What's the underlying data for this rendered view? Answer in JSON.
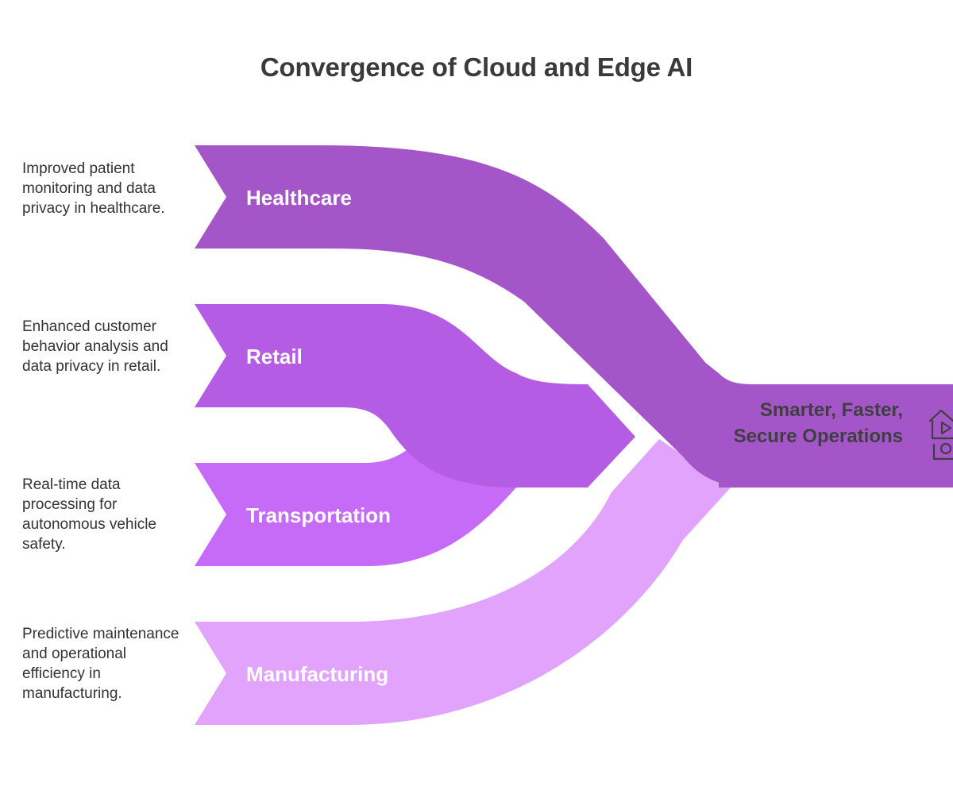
{
  "title": "Convergence of Cloud and Edge AI",
  "sectors": [
    {
      "label": "Healthcare",
      "description": "Improved patient monitoring and data privacy in healthcare.",
      "color": "#A456C8"
    },
    {
      "label": "Retail",
      "description": "Enhanced customer behavior analysis and data privacy in retail.",
      "color": "#B45CE3"
    },
    {
      "label": "Transportation",
      "description": "Real-time data processing for autonomous vehicle safety.",
      "color": "#C66AF8"
    },
    {
      "label": "Manufacturing",
      "description": "Predictive maintenance and operational efficiency in manufacturing.",
      "color": "#E1A3FB"
    }
  ],
  "outcome": {
    "label": "Smarter, Faster, Secure Operations",
    "icon": "smart-home-icon",
    "color": "#A456C8"
  }
}
